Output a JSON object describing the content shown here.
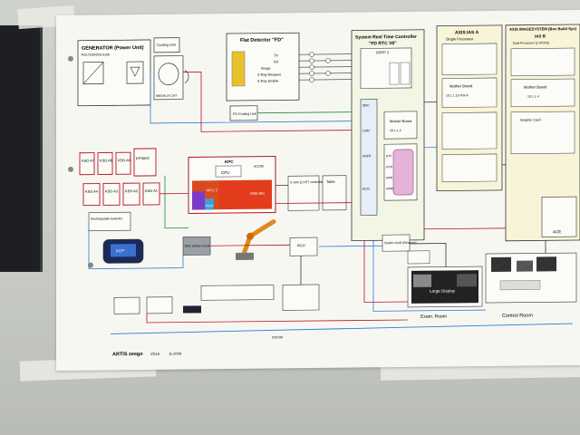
{
  "poster": {
    "generator": {
      "title": "GENERATOR (Power Unit)",
      "sub": "POLYDOROS A100",
      "cooling": "Cooling Unit",
      "megalix": "MEGALIX CAT"
    },
    "flat_detector": {
      "title": "Flat Detector \"FD\"",
      "lines": [
        "TX",
        "RX",
        "Image",
        "X-Ray Request",
        "X-Ray Enable"
      ],
      "cooling": "FD-Cooling Unit"
    },
    "srtc": {
      "title": "System Real Time Controller",
      "sub": "\"FD RTC V8\"",
      "dspp": "DSPP 2",
      "busses": [
        "CAN",
        "DSPP",
        "CAN"
      ],
      "mother": "Mother Board",
      "mother_ver": "10.1.1.2",
      "cells": [
        "SRC",
        "CAN",
        "FDFP",
        "ECG",
        "DTC",
        "CCD",
        "AMD",
        "AMD2"
      ]
    },
    "axis_ias": {
      "title": "AXIS IAS A",
      "sub": "Single Processor",
      "mother": "Mother Board",
      "ver": "10.1.1.15 IAS-A"
    },
    "axis_image": {
      "title": "AXIS IMAGESYSTEM (Box Build Sys)",
      "proc": "IAS B",
      "proc_sub": "Dual Processor (2 RCDS)",
      "mother": "Mother Board",
      "ver": "10.1.1.4",
      "graphic": "Graphic Card",
      "ace": "ACE"
    },
    "ksd_top": [
      "KSD A7",
      "KSD A6",
      "KSD A5",
      "KPS600"
    ],
    "ksd_bottom": [
      "KSD A4",
      "KSD A3",
      "KSD A2",
      "KSD A1"
    ],
    "batteries": "Rechargeable batteries",
    "kcp": "KCP",
    "kpc": {
      "title": "KPC",
      "cpu": "CPU",
      "mfc": "MFC 1",
      "vga": "VGA",
      "dse": "DSE-IBS",
      "scom": "SCOM"
    },
    "safety": "ESC Safety circuit",
    "c_arm": "C-arm (LUST controller)",
    "table": "Table",
    "rcu": "RCU",
    "switch": "Switch AXIS (Ethernet)",
    "large_display": "Large Display",
    "exam_room": "Exam. Room",
    "control_room": "Control Room",
    "dicom": "DICOM",
    "footer": "ARTIS zeego",
    "footer_ver": "VD1A",
    "footer_date": "11.2009"
  }
}
